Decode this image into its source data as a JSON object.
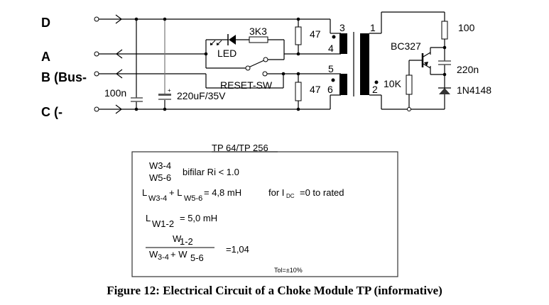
{
  "terminals": {
    "D": "D",
    "A": "A",
    "B": "B (Bus-",
    "C": "C (-"
  },
  "components": {
    "c_100n": "100n",
    "c_220u": "220uF/35V",
    "led": "LED",
    "r_3k3": "3K3",
    "switch": "RESET-SW",
    "r47_top": "47",
    "r47_bottom": "47",
    "transistor": "BC327",
    "r_100": "100",
    "c_220n": "220n",
    "diode": "1N4148",
    "r_10k": "10K"
  },
  "pins": {
    "p1": "1",
    "p2": "2",
    "p3": "3",
    "p4": "4",
    "p5": "5",
    "p6": "6"
  },
  "spec_box": {
    "title": "TP 64/TP 256",
    "w34": "W3-4",
    "w56": "W5-6",
    "bifilar": "bifilar Ri < 1.0",
    "L": "L",
    "sub_w34": "W3-4",
    "plus_L": "+ L",
    "sub_w56": "W5-6",
    "eq_48": "= 4,8 mH",
    "for": "for I",
    "sub_dc": "DC",
    "rated": "=0 to rated",
    "L2": "L",
    "sub_w12": "W1-2",
    "eq_50": "= 5,0 mH",
    "frac_num_W": "W",
    "frac_num_sub": "1-2",
    "frac_den_W1": "W",
    "frac_den_sub1": "3-4",
    "frac_den_plus": " + W",
    "frac_den_sub2": "5-6",
    "ratio": "=1,04",
    "tolerance": "Tol=±10%"
  },
  "caption": "Figure 12: Electrical Circuit of a Choke Module TP (informative)"
}
